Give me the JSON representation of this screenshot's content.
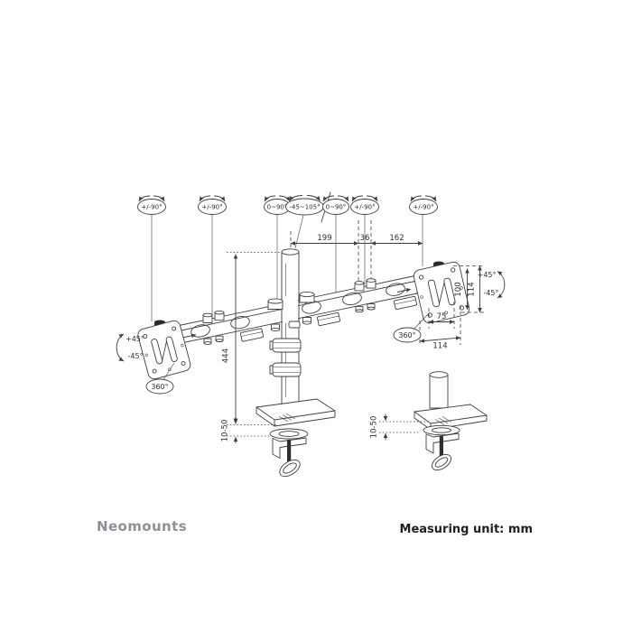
{
  "drawing": {
    "callouts": {
      "far_left_rotate": "+/-90°",
      "left_elbow_rotate": "+/-90°",
      "left_pole_tilt": "0~90°",
      "pole_tilt_range": "-45~105°",
      "right_pole_tilt": "0~90°",
      "right_elbow_rotate": "+/-90°",
      "far_right_rotate": "+/-90°"
    },
    "dimensions": {
      "arm_left_reach": "199",
      "elbow_width": "36",
      "arm_right_reach": "162",
      "column_height": "444",
      "clamp_range": "10-50",
      "clamp_range_detail": "10-50",
      "vesa_vertical": "100",
      "plate_height": "114",
      "vesa_horizontal": "75",
      "plate_width": "114"
    },
    "angles": {
      "left_tilt_up": "+45°",
      "left_tilt_down": "-45°",
      "left_swivel": "360°",
      "right_tilt_up": "+45°",
      "right_tilt_down": "-45°",
      "right_swivel": "360°"
    }
  },
  "footer": {
    "brand": "Neomounts",
    "unit_note": "Measuring unit: mm"
  },
  "colors": {
    "line": "#3f3f3f",
    "knob_fill": "#2b2b2b",
    "brand_text": "#8f8f97",
    "note_text": "#1f1f1f",
    "background": "#ffffff"
  }
}
